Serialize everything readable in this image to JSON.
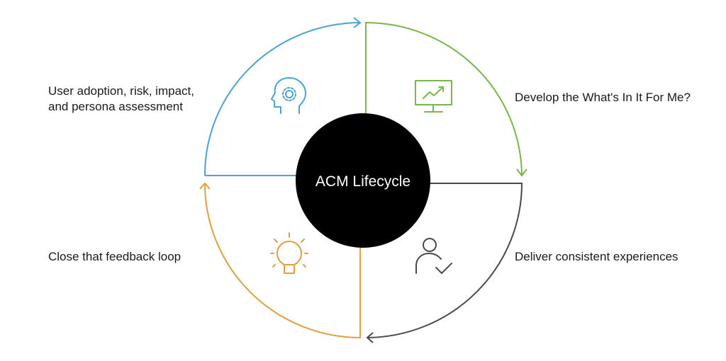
{
  "center": {
    "title": "ACM Lifecycle"
  },
  "quadrants": [
    {
      "label": "User adoption, risk, impact,\nand persona assessment",
      "icon": "head-gear-icon",
      "color": "#4ba3d3"
    },
    {
      "label": "Develop the What's In It For Me?",
      "icon": "monitor-chart-icon",
      "color": "#7ab648"
    },
    {
      "label": "Deliver consistent experiences",
      "icon": "user-check-icon",
      "color": "#4a4a4a"
    },
    {
      "label": "Close that feedback loop",
      "icon": "lightbulb-icon",
      "color": "#e0a040"
    }
  ]
}
